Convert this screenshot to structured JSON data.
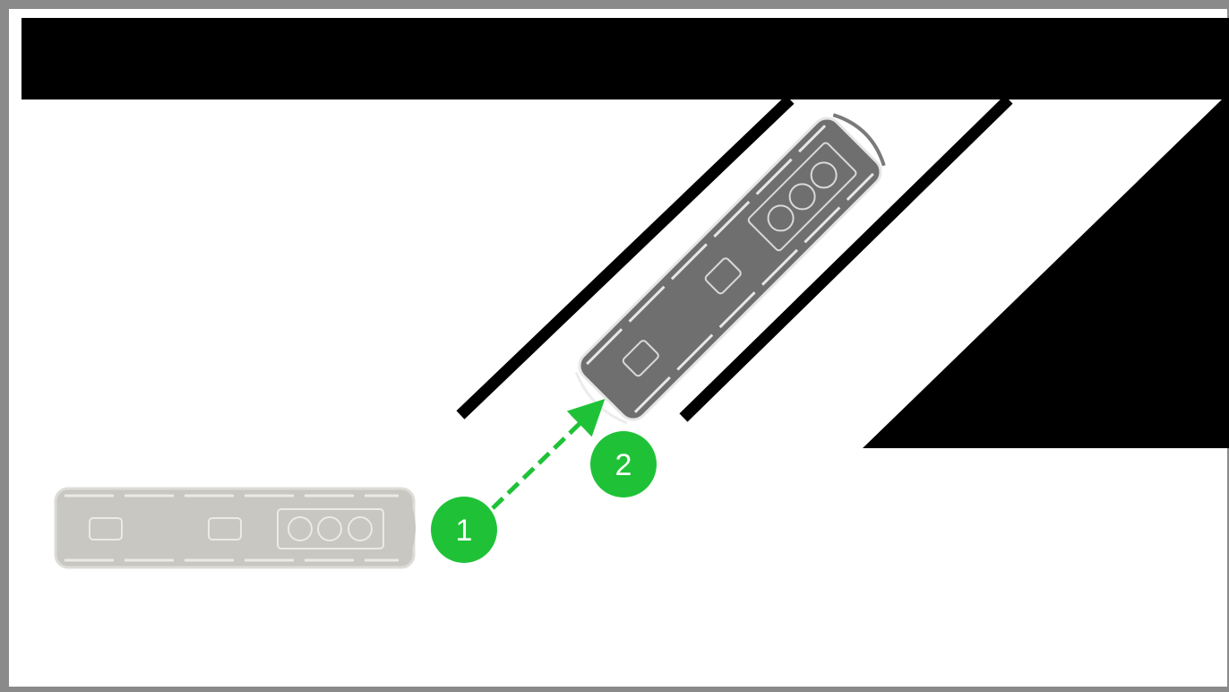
{
  "diagram": {
    "markers": [
      {
        "id": "start",
        "label": "1"
      },
      {
        "id": "end",
        "label": "2"
      }
    ],
    "colors": {
      "frame": "#8a8a8a",
      "header": "#000000",
      "road_marking": "#000000",
      "bus_ghost": "#c8c7c1",
      "bus_ghost_outline": "#e9e8e4",
      "bus_parked": "#6f6f6f",
      "bus_parked_outline": "#e6e6e6",
      "marker": "#1fc237",
      "arrow": "#1fc237"
    }
  }
}
